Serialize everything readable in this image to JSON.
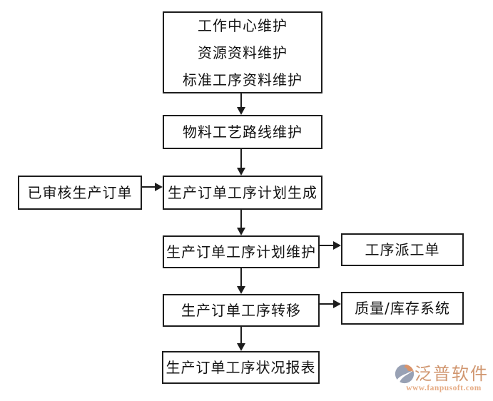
{
  "page": {
    "background": "#ffffff",
    "line_color": "#1d1d1d",
    "text_color": "#121212"
  },
  "flowchart": {
    "nodes": [
      {
        "id": "master-data",
        "label": "工作中心维护\n资源资料维护\n标准工序资料维护"
      },
      {
        "id": "material-routing",
        "label": "物料工艺路线维护"
      },
      {
        "id": "approved-order",
        "label": "已审核生产订单"
      },
      {
        "id": "plan-generate",
        "label": "生产订单工序计划生成"
      },
      {
        "id": "plan-maintain",
        "label": "生产订单工序计划维护"
      },
      {
        "id": "dispatch-order",
        "label": "工序派工单"
      },
      {
        "id": "operation-transfer",
        "label": "生产订单工序转移"
      },
      {
        "id": "quality-inventory",
        "label": "质量/库存系统"
      },
      {
        "id": "status-report",
        "label": "生产订单工序状况报表"
      }
    ],
    "edges": [
      {
        "from": "master-data",
        "to": "material-routing"
      },
      {
        "from": "material-routing",
        "to": "plan-generate"
      },
      {
        "from": "approved-order",
        "to": "plan-generate"
      },
      {
        "from": "plan-generate",
        "to": "plan-maintain"
      },
      {
        "from": "plan-maintain",
        "to": "dispatch-order"
      },
      {
        "from": "plan-maintain",
        "to": "operation-transfer"
      },
      {
        "from": "operation-transfer",
        "to": "quality-inventory"
      },
      {
        "from": "operation-transfer",
        "to": "status-report"
      }
    ]
  },
  "watermark": {
    "brand": "泛普软件",
    "url": "www.fanpusoft.com",
    "colors": {
      "brand_text": "#CE9168",
      "url_text": "#E5A77E",
      "icon_base": "#939CB1",
      "icon_accent": "#D98E62"
    }
  }
}
